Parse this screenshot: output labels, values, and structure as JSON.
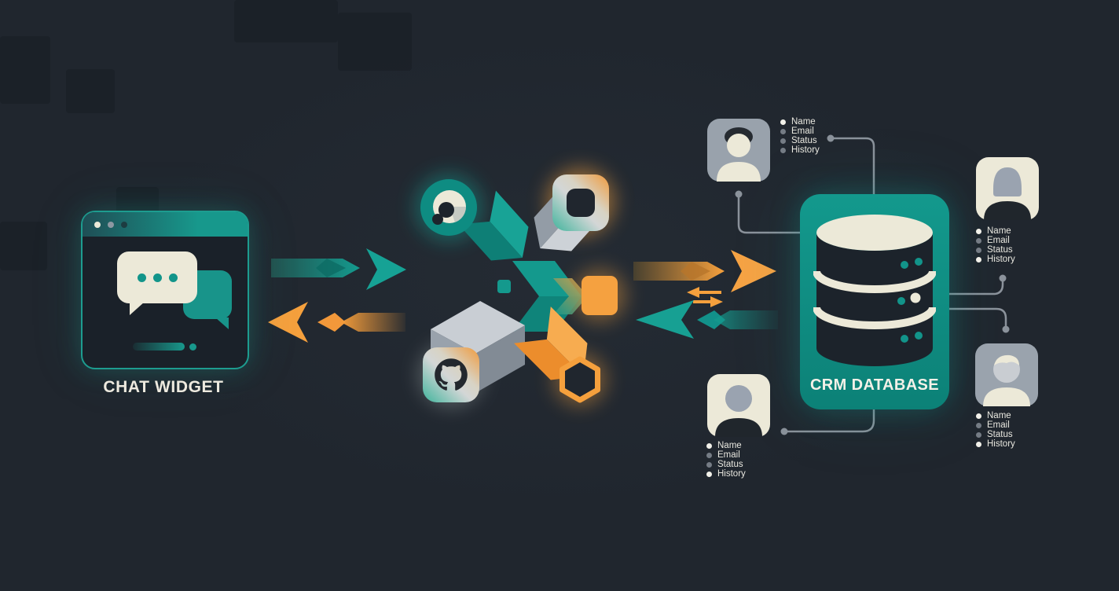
{
  "nodes": {
    "chat_widget": {
      "label": "CHAT WIDGET"
    },
    "crm_database": {
      "label": "CRM DATABASE"
    }
  },
  "contact_fields": [
    "Name",
    "Email",
    "Status",
    "History"
  ],
  "contact_cards": [
    {
      "position": "top-left"
    },
    {
      "position": "top-right"
    },
    {
      "position": "bottom-left"
    },
    {
      "position": "bottom-right"
    }
  ],
  "icons": {
    "chat_widget": [
      "browser-window-icon",
      "chat-bubbles-icon",
      "typing-indicator-icon"
    ],
    "hub": [
      "aperture-icon",
      "app-tile-icon",
      "github-icon",
      "hexagon-icon",
      "chevron-shapes"
    ],
    "crm": "database-icon",
    "flow": [
      "arrow-right-teal",
      "arrow-left-orange",
      "arrow-right-orange",
      "arrow-left-teal",
      "sync-arrows-icon"
    ],
    "contacts": "user-avatar-icon"
  },
  "colors": {
    "background": "#20262E",
    "teal": "#12948A",
    "orange": "#F5A03D",
    "cream": "#ECE9D8",
    "gray": "#9AA3AD",
    "connector": "#8B929B",
    "dark": "#1C232B",
    "text": "#EDEADF"
  }
}
